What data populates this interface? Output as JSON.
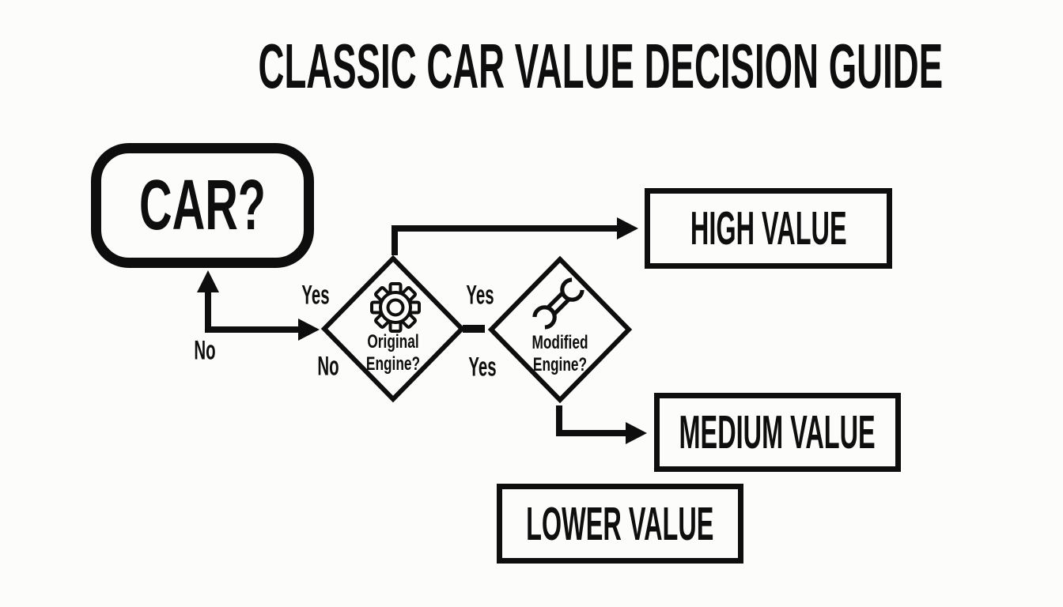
{
  "title": "CLASSIC CAR VALUE DECISION GUIDE",
  "colors": {
    "ink": "#0e0e0e",
    "background": "#fcfcfa"
  },
  "nodes": {
    "start": {
      "label": "CAR?"
    },
    "original_engine": {
      "label": "Original Engine?",
      "icon": "gear-icon"
    },
    "modified_engine": {
      "label": "Modified Engine?",
      "icon": "wrench-icon"
    },
    "high_value": {
      "label": "HIGH VALUE"
    },
    "medium_value": {
      "label": "MEDIUM VALUE"
    },
    "lower_value": {
      "label": "LOWER VALUE"
    }
  },
  "edge_labels": {
    "yes_left": "Yes",
    "no_left": "No",
    "no_diamond1": "No",
    "yes_mid_top": "Yes",
    "yes_mid_bottom": "Yes"
  }
}
